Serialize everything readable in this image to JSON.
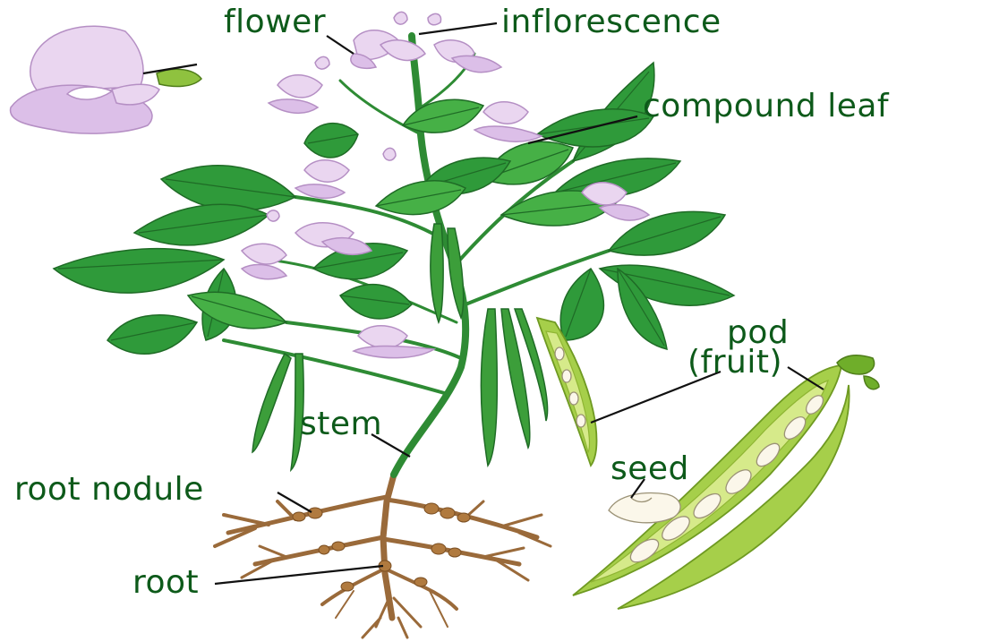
{
  "labels": {
    "flower": "flower",
    "inflorescence": "inflorescence",
    "compound_leaf": "compound leaf",
    "pod_line1": "pod",
    "pod_line2": "(fruit)",
    "seed": "seed",
    "stem": "stem",
    "root_nodule": "root nodule",
    "root": "root"
  },
  "colors": {
    "label_text": "#0d5a1a",
    "leaf": "#2f9a3a",
    "flower": "#ead6f0",
    "root": "#9a6a3a",
    "pod_green": "#3c9e3a",
    "pod_open": "#a6cf4a"
  }
}
